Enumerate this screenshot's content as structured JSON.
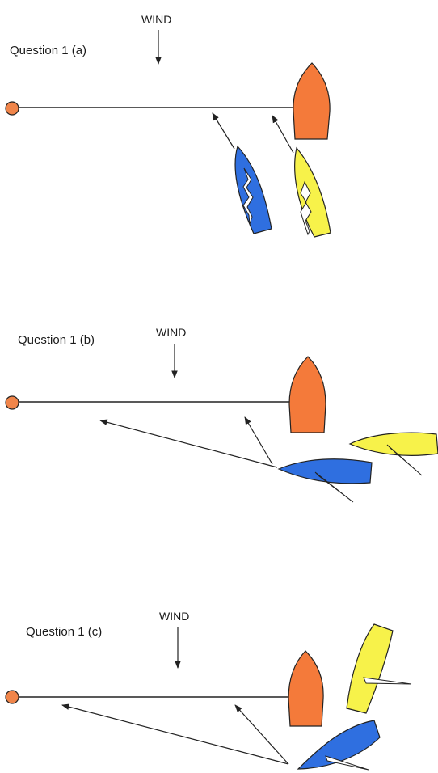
{
  "panels": [
    {
      "label": "Question 1 (a)",
      "wind_label": "WIND"
    },
    {
      "label": "Question 1 (b)",
      "wind_label": "WIND"
    },
    {
      "label": "Question 1 (c)",
      "wind_label": "WIND"
    }
  ],
  "colors": {
    "committee_boat": "#f47a3a",
    "pin_mark": "#f0854a",
    "blue_boat": "#2f6fe0",
    "yellow_boat": "#f7f24a"
  }
}
